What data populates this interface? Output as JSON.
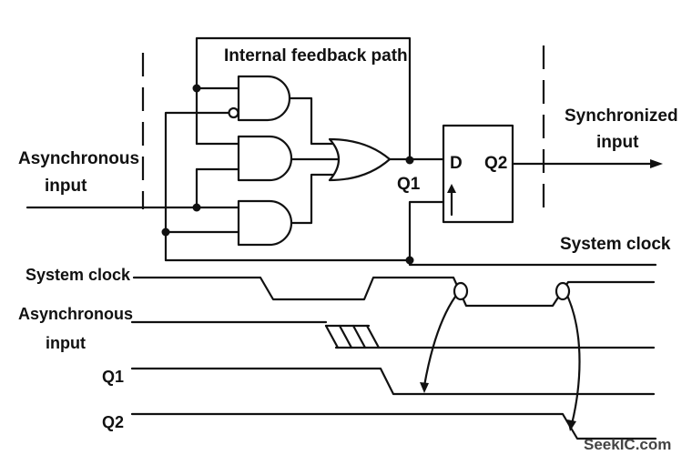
{
  "labels": {
    "feedback": "Internal feedback path",
    "synchronized_line1": "Synchronized",
    "synchronized_line2": "input",
    "async_line1": "Asynchronous",
    "async_line2": "input",
    "q1_node": "Q1",
    "ff_d": "D",
    "ff_q2": "Q2",
    "system_clock_circuit": "System clock",
    "timing_system_clock": "System clock",
    "timing_async_line1": "Asynchronous",
    "timing_async_line2": "input",
    "timing_q1": "Q1",
    "timing_q2": "Q2",
    "watermark": "SeekIC.com"
  }
}
